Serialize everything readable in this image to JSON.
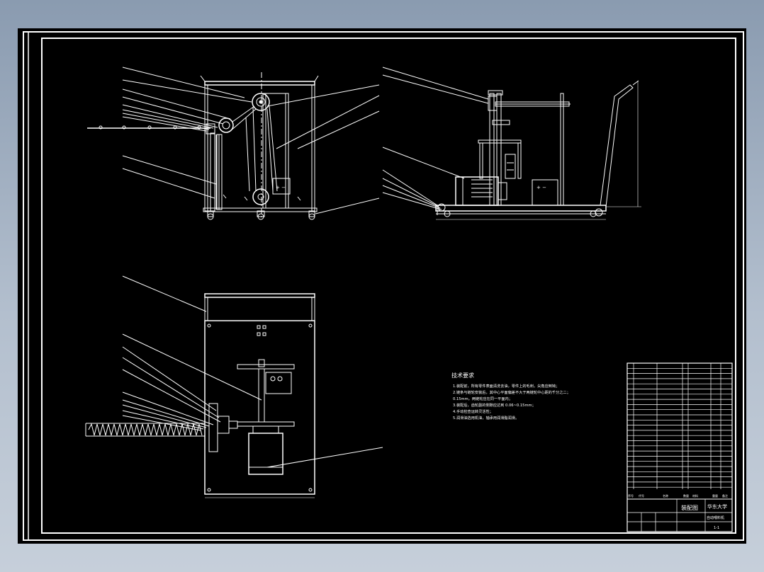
{
  "colors": {
    "background_outer": "#9fadbf",
    "canvas": "#000000",
    "lines": "#ffffff"
  },
  "tech_requirements": {
    "title": "技术要求",
    "lines": [
      "1.装配前，所有零件表面清洗去油，零件上的毛刺，尖角应倒钝；",
      "2.链条与链轮安装后，其中心平面偏差不大于两链轮中心距的千分之二；",
      "   0.15mm，两链轮应在同一平面内；",
      "3.装配后，齿轮副的侧隙应达到 0.06~0.15mm；",
      "4.手动检查运转灵活性；",
      "5.润滑油选用机油，轴承用润滑脂润滑。"
    ]
  },
  "title_block": {
    "drawing_name": "装配图",
    "school": "华东大学",
    "product": "自动喂料机",
    "sheet": "1-1",
    "header_cells": [
      "序号",
      "代号",
      "名称",
      "数量",
      "材料",
      "重量",
      "备注"
    ]
  }
}
